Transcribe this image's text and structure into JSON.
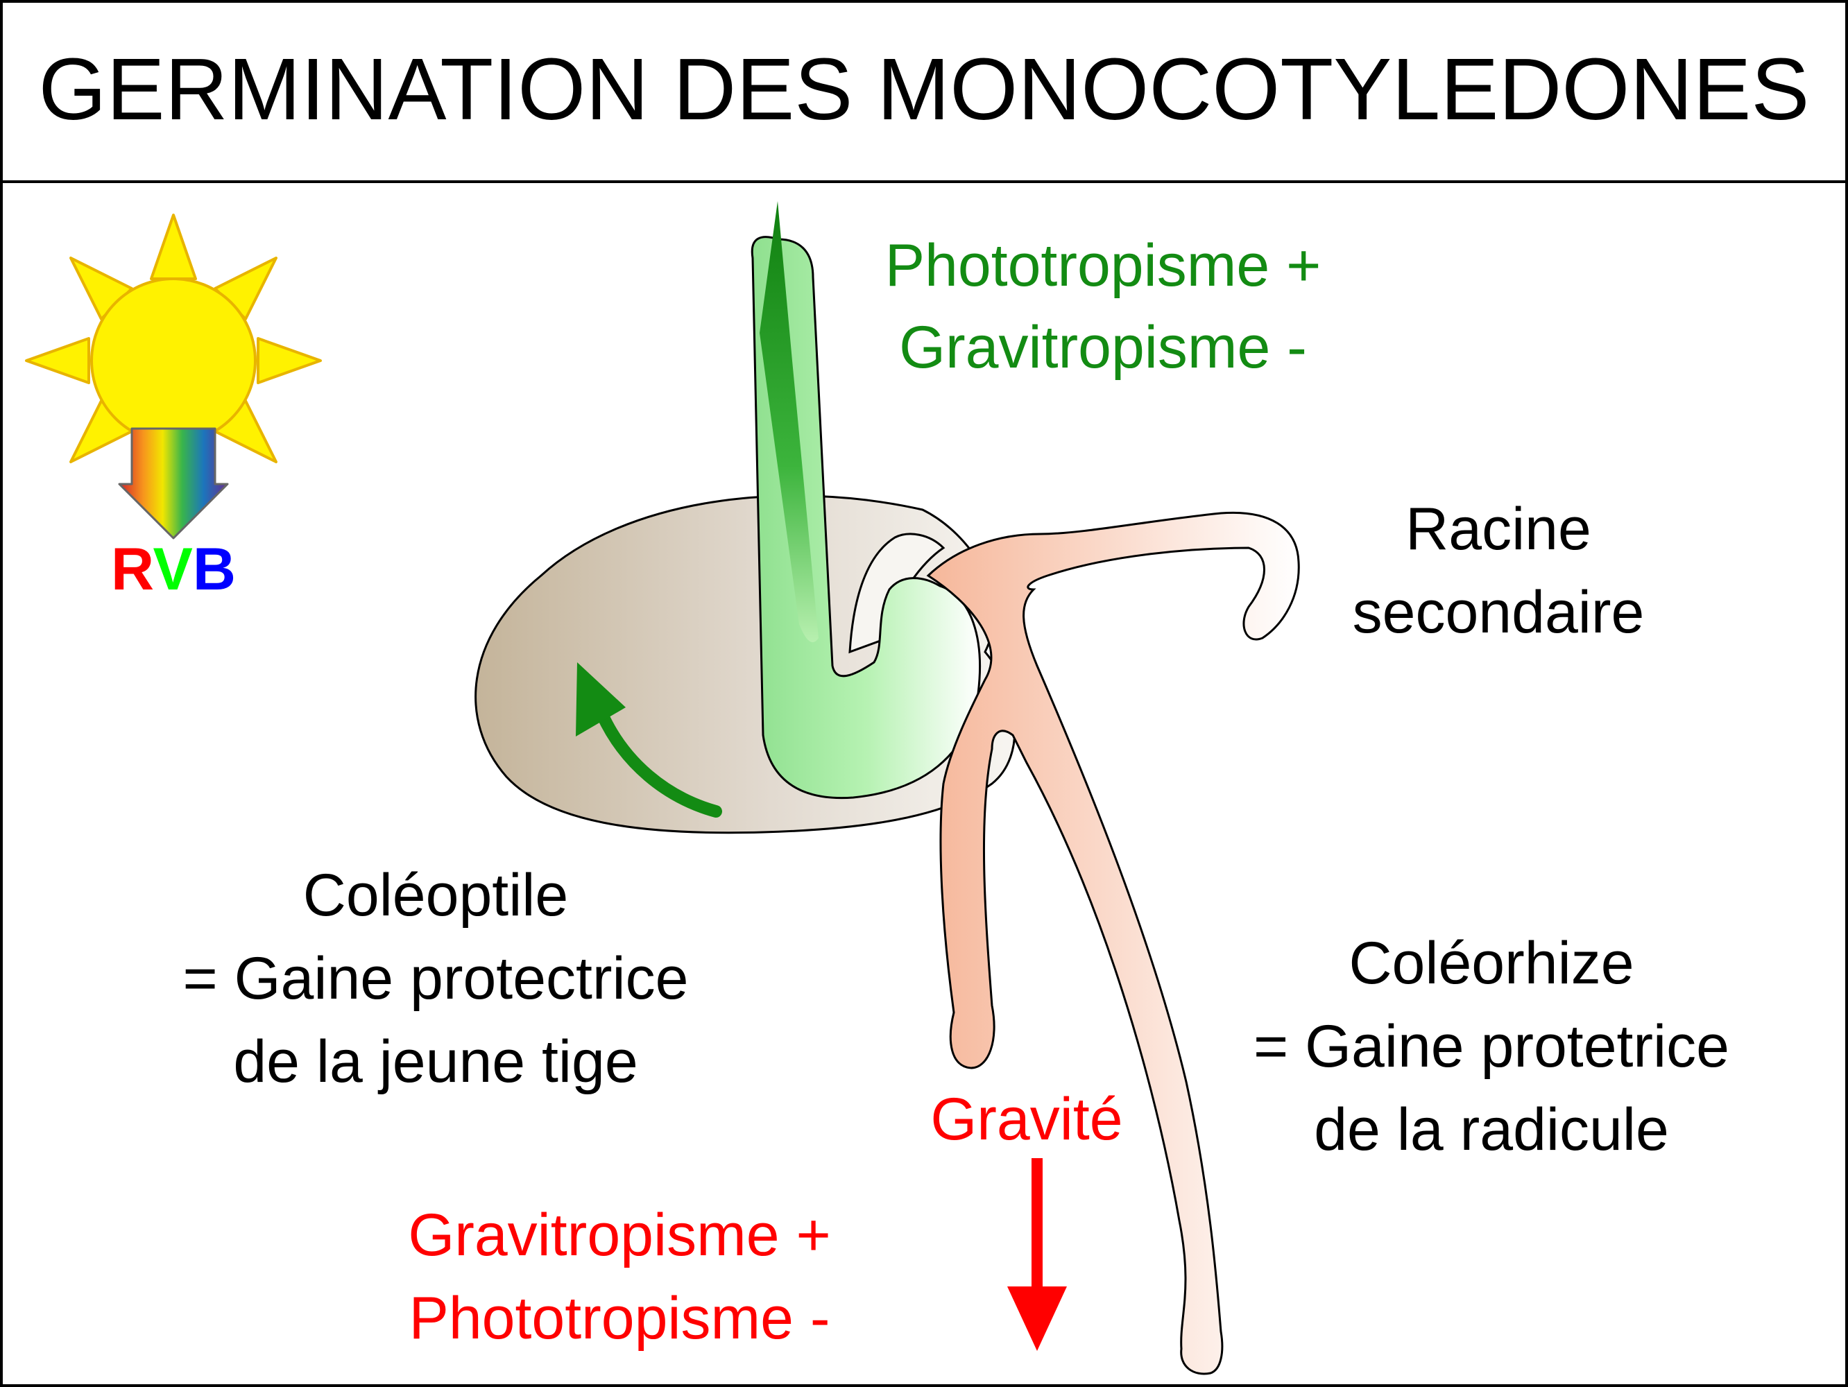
{
  "title": "GERMINATION DES MONOCOTYLEDONES",
  "sun": {
    "rvb": {
      "r": "R",
      "v": "V",
      "b": "B"
    }
  },
  "labels": {
    "shoot_tropism": {
      "line1": "Phototropisme +",
      "line2": "Gravitropisme -"
    },
    "secondary_root": {
      "line1": "Racine",
      "line2": "secondaire"
    },
    "coleoptile": {
      "line1": "Coléoptile",
      "line2": "= Gaine protectrice",
      "line3": "de la jeune tige"
    },
    "coleorhiza": {
      "line1": "Coléorhize",
      "line2": "= Gaine protetrice",
      "line3": "de la radicule"
    },
    "gravity": "Gravité",
    "root_tropism": {
      "line1": "Gravitropisme +",
      "line2": "Phototropisme -"
    }
  },
  "colors": {
    "green": "#138b13",
    "red": "#ff0000",
    "rvb_r": "#ff0000",
    "rvb_v": "#00ff00",
    "rvb_b": "#0000ff",
    "sun_fill": "#fff200",
    "sun_stroke": "#e8b400",
    "seed": "#c9b9a0",
    "root": "#f6c3a8"
  }
}
